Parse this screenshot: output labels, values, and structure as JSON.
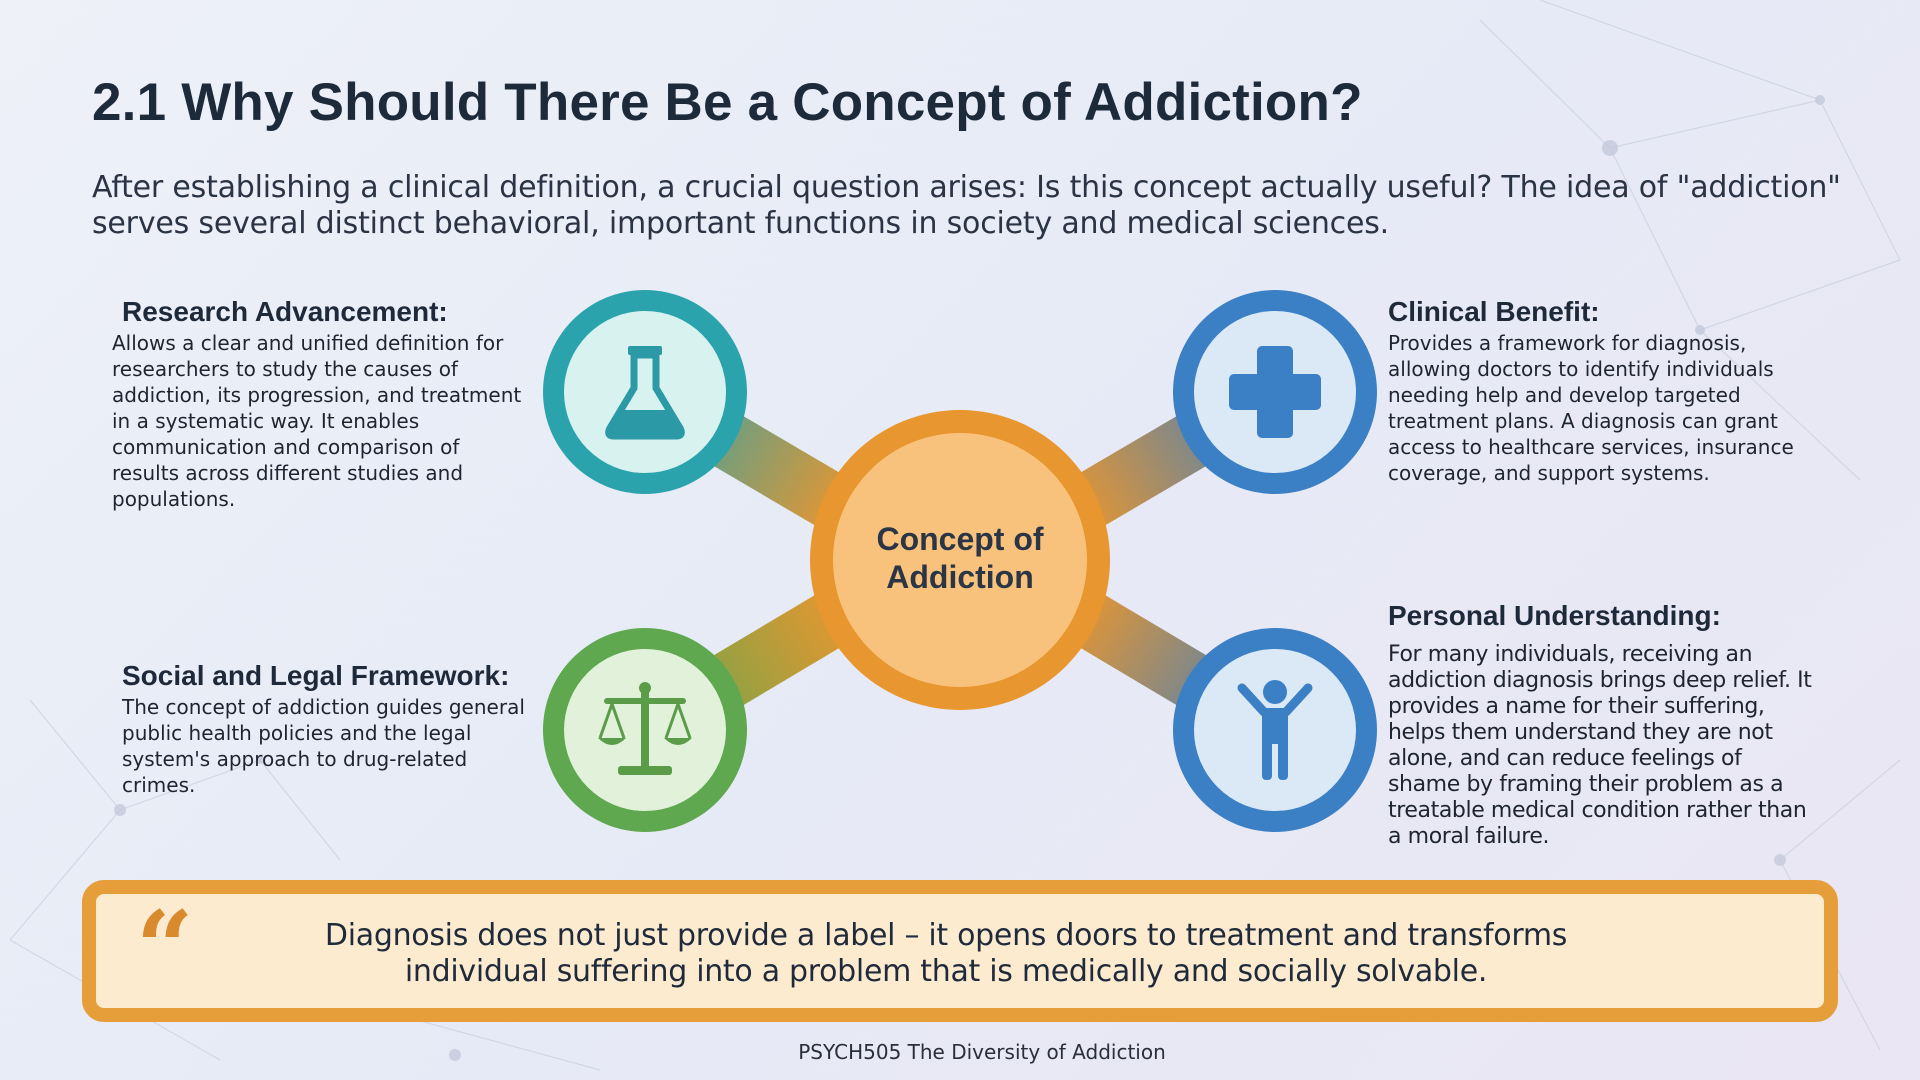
{
  "slide": {
    "title": "2.1 Why Should There Be a Concept of Addiction?",
    "intro": "After establishing a clinical definition, a crucial question arises: Is this concept actually useful? The idea of \"addiction\" serves several distinct behavioral, important functions in society and medical sciences."
  },
  "diagram": {
    "center_label": "Concept of Addiction",
    "colors": {
      "center": "#e8962f",
      "research": "#2aa3ad",
      "clinical": "#3b7fc4",
      "social": "#5fa84f",
      "personal": "#3b7fc4"
    },
    "icons": {
      "research": "flask-icon",
      "clinical": "plus-icon",
      "social": "scales-icon",
      "personal": "person-icon"
    }
  },
  "functions": {
    "research": {
      "heading": "Research Advancement:",
      "body": "Allows a clear and unified definition for researchers to study the causes of addiction, its progression, and treatment in a systematic way. It enables communication and comparison of results across different studies and populations."
    },
    "clinical": {
      "heading": "Clinical Benefit:",
      "body": "Provides a framework for diagnosis, allowing doctors to identify individuals needing help and develop targeted treatment plans. A diagnosis can grant access to healthcare services, insurance coverage, and support systems."
    },
    "social": {
      "heading": "Social and Legal Framework:",
      "body": "The concept of addiction guides general public health policies and the legal system's approach to drug-related crimes."
    },
    "personal": {
      "heading": "Personal Understanding:",
      "body": "For many individuals, receiving an addiction diagnosis brings deep relief. It provides a name for their suffering, helps them understand they are not alone, and can reduce feelings of shame by framing their problem as a treatable medical condition rather than a moral failure."
    }
  },
  "quote": {
    "mark": "“",
    "text": "Diagnosis does not just provide a label – it opens doors to treatment and transforms individual suffering into a problem that is medically and socially solvable."
  },
  "footer": "PSYCH505 The Diversity of Addiction"
}
